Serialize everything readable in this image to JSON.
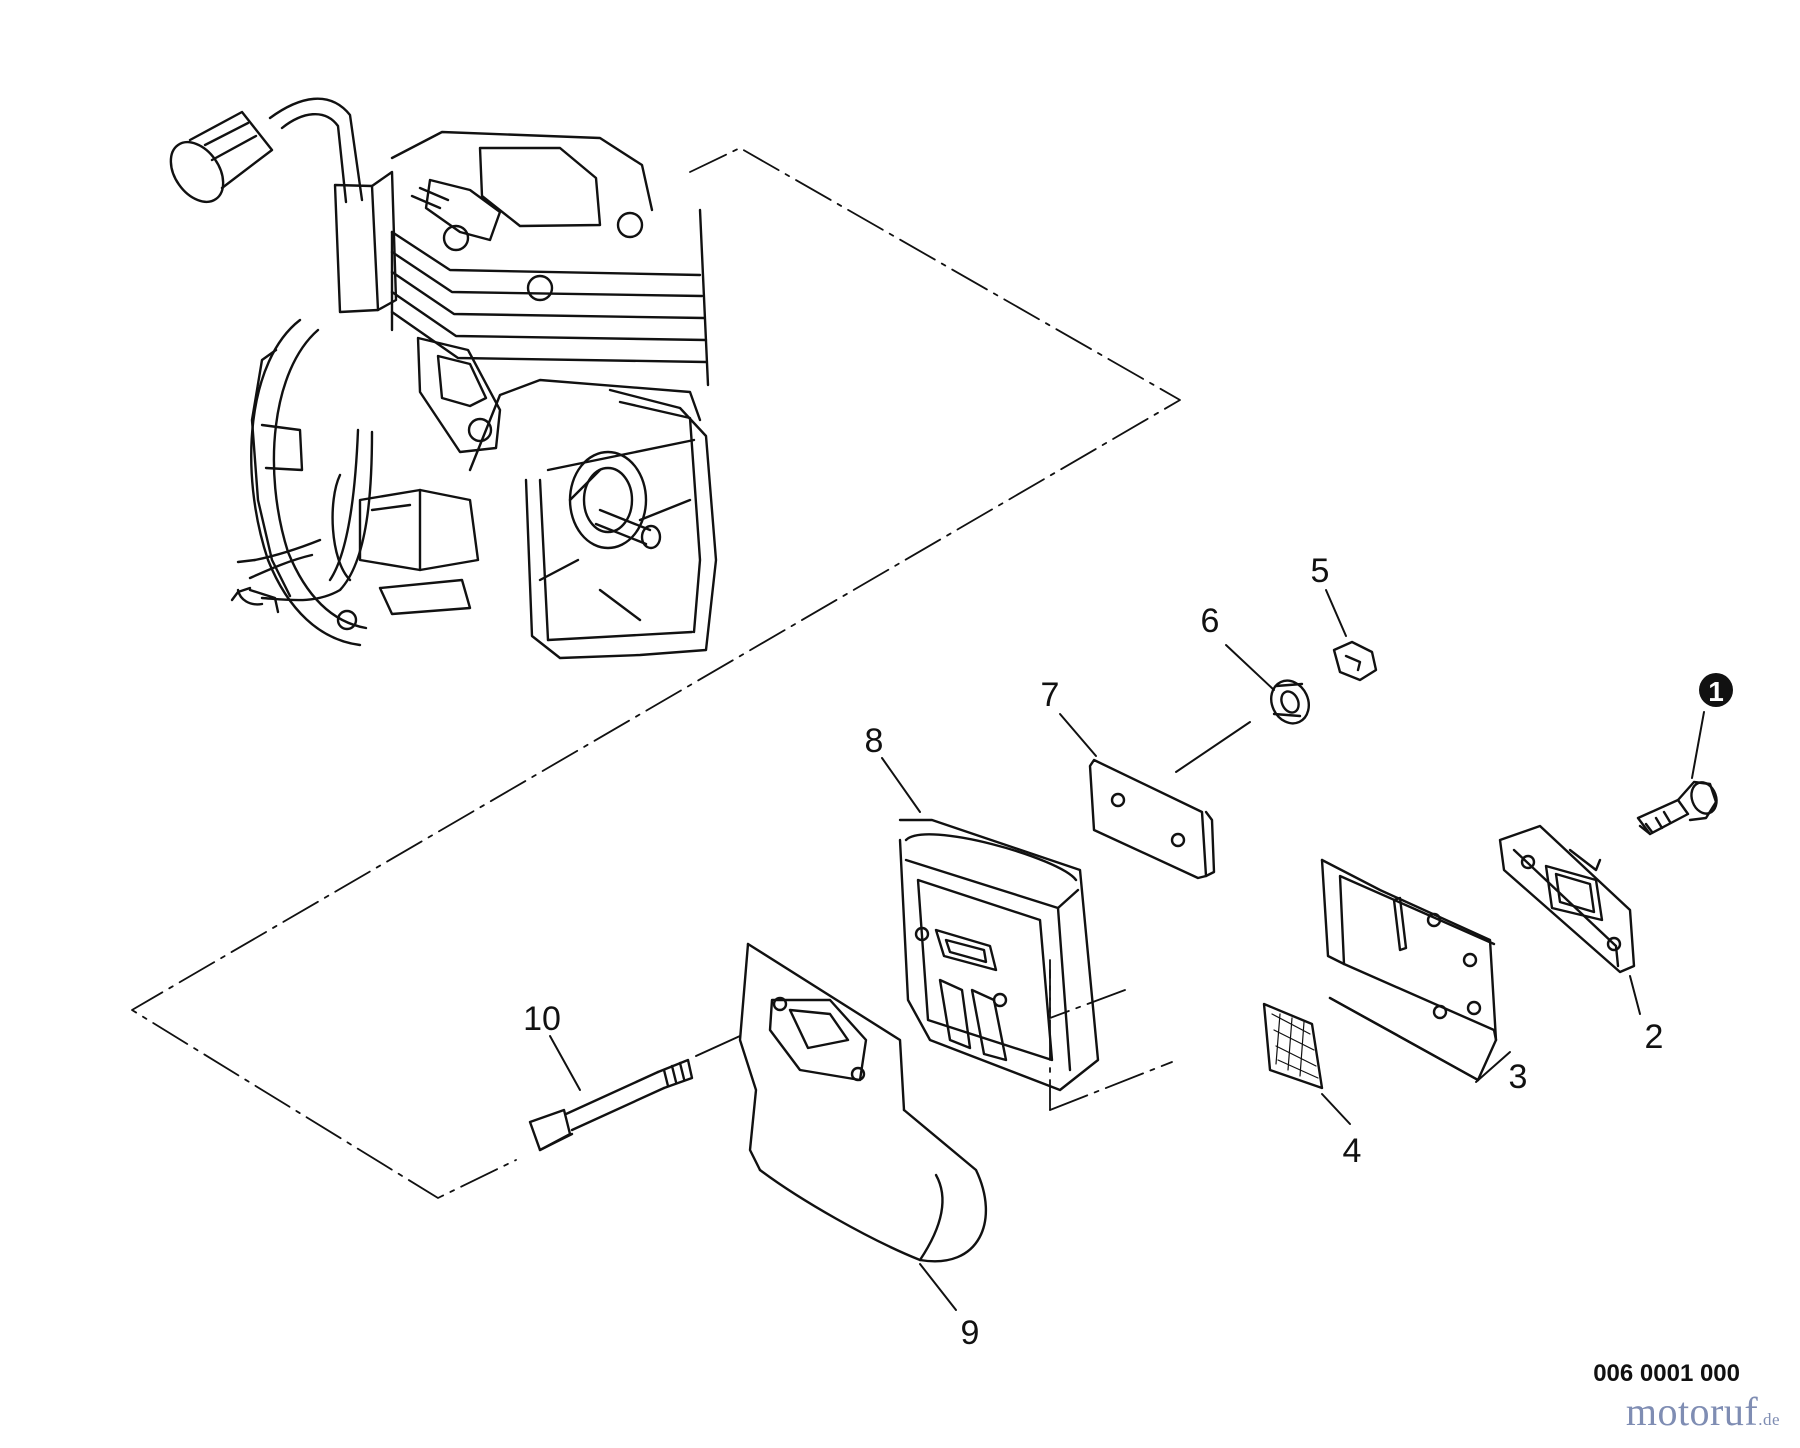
{
  "diagram": {
    "document_number": "006 0001 000",
    "callouts": [
      "1",
      "2",
      "3",
      "4",
      "5",
      "6",
      "7",
      "8",
      "9",
      "10"
    ],
    "watermark": {
      "brand": "motoruf",
      "suffix": ".de",
      "color": "#7f8db3"
    },
    "parts": [
      "engine-assembly",
      "bolt",
      "muffler-cover-plate",
      "heat-shield",
      "spark-screen",
      "nut",
      "washer",
      "plate",
      "muffler",
      "muffler-shield",
      "long-bolt"
    ]
  }
}
